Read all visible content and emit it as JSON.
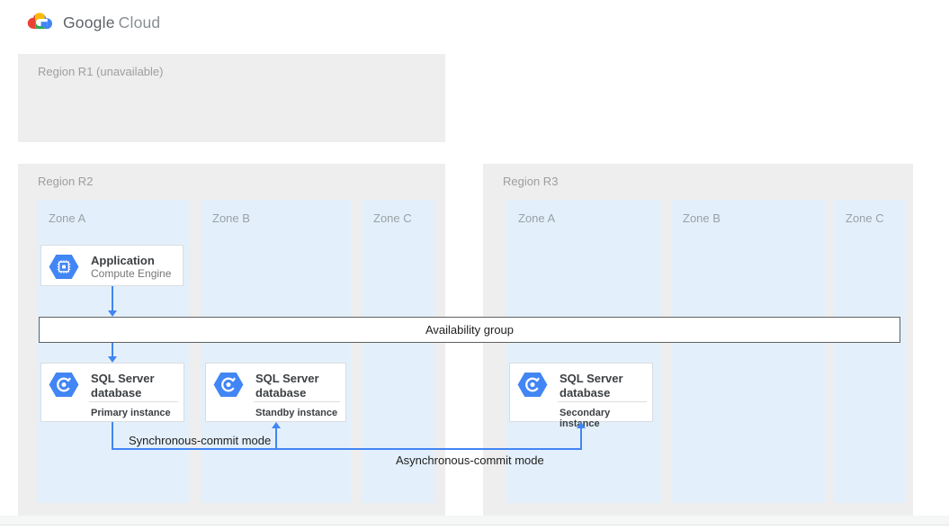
{
  "header": {
    "brand_google": "Google",
    "brand_cloud": "Cloud"
  },
  "regions": [
    {
      "label": "Region R1 (unavailable)",
      "zones": []
    },
    {
      "label": "Region R2",
      "zones": [
        "Zone A",
        "Zone B",
        "Zone C"
      ]
    },
    {
      "label": "Region R3",
      "zones": [
        "Zone A",
        "Zone B",
        "Zone C"
      ]
    }
  ],
  "nodes": {
    "application": {
      "title": "Application",
      "subtitle": "Compute Engine",
      "icon": "compute-engine-icon"
    },
    "availability_group": {
      "label": "Availability group"
    },
    "primary": {
      "title": "SQL Server database",
      "instance": "Primary instance",
      "icon": "sql-server-database-icon"
    },
    "standby": {
      "title": "SQL Server database",
      "instance": "Standby instance",
      "icon": "sql-server-database-icon"
    },
    "secondary": {
      "title": "SQL Server database",
      "instance": "Secondary instance",
      "icon": "sql-server-database-icon"
    }
  },
  "connectors": {
    "sync_label": "Synchronous-commit mode",
    "async_label": "Asynchronous-commit mode"
  },
  "colors": {
    "arrow_blue": "#4285f4",
    "zone_fill": "#e3f0fb",
    "region_fill": "#eeeeee",
    "availability_border": "#616161",
    "logo_red": "#ea4335",
    "logo_yellow": "#fbbc05",
    "logo_green": "#34a853",
    "logo_blue": "#4285f4",
    "muted_text": "#9aa0a6",
    "dark_text": "#212121"
  }
}
